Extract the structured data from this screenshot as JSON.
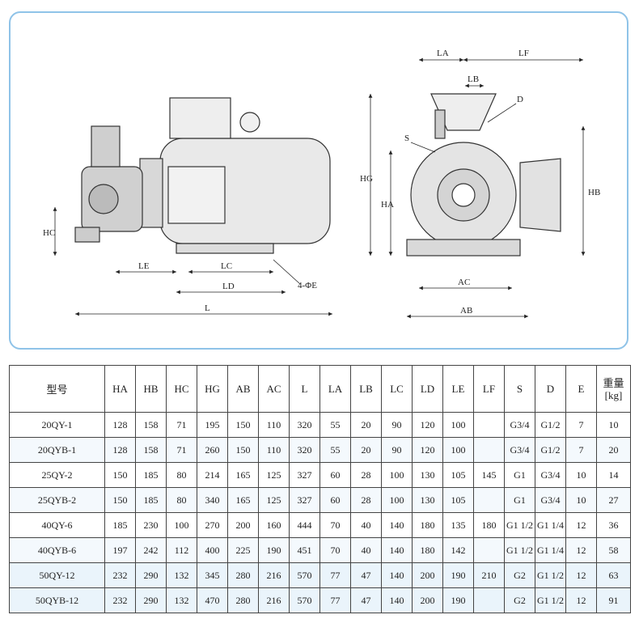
{
  "drawing": {
    "side_labels": {
      "hc": "HC",
      "le": "LE",
      "lc": "LC",
      "ld": "LD",
      "l": "L",
      "bolt": "4-ΦE"
    },
    "front_labels": {
      "la": "LA",
      "lf": "LF",
      "lb": "LB",
      "d": "D",
      "s": "S",
      "hg": "HG",
      "ha": "HA",
      "hb": "HB",
      "ac": "AC",
      "ab": "AB"
    }
  },
  "table": {
    "headers": [
      "型号",
      "HA",
      "HB",
      "HC",
      "HG",
      "AB",
      "AC",
      "L",
      "LA",
      "LB",
      "LC",
      "LD",
      "LE",
      "LF",
      "S",
      "D",
      "E"
    ],
    "weight_header": {
      "line1": "重量",
      "line2": "[kg]"
    },
    "rows": [
      {
        "model": "20QY-1",
        "ha": "128",
        "hb": "158",
        "hc": "71",
        "hg": "195",
        "ab": "150",
        "ac": "110",
        "l": "320",
        "la": "55",
        "lb": "20",
        "lc": "90",
        "ld": "120",
        "le": "100",
        "lf": "",
        "s": "G3/4",
        "d": "G1/2",
        "e": "7",
        "w": "10"
      },
      {
        "model": "20QYB-1",
        "ha": "128",
        "hb": "158",
        "hc": "71",
        "hg": "260",
        "ab": "150",
        "ac": "110",
        "l": "320",
        "la": "55",
        "lb": "20",
        "lc": "90",
        "ld": "120",
        "le": "100",
        "lf": "",
        "s": "G3/4",
        "d": "G1/2",
        "e": "7",
        "w": "20"
      },
      {
        "model": "25QY-2",
        "ha": "150",
        "hb": "185",
        "hc": "80",
        "hg": "214",
        "ab": "165",
        "ac": "125",
        "l": "327",
        "la": "60",
        "lb": "28",
        "lc": "100",
        "ld": "130",
        "le": "105",
        "lf": "145",
        "s": "G1",
        "d": "G3/4",
        "e": "10",
        "w": "14"
      },
      {
        "model": "25QYB-2",
        "ha": "150",
        "hb": "185",
        "hc": "80",
        "hg": "340",
        "ab": "165",
        "ac": "125",
        "l": "327",
        "la": "60",
        "lb": "28",
        "lc": "100",
        "ld": "130",
        "le": "105",
        "lf": "",
        "s": "G1",
        "d": "G3/4",
        "e": "10",
        "w": "27"
      },
      {
        "model": "40QY-6",
        "ha": "185",
        "hb": "230",
        "hc": "100",
        "hg": "270",
        "ab": "200",
        "ac": "160",
        "l": "444",
        "la": "70",
        "lb": "40",
        "lc": "140",
        "ld": "180",
        "le": "135",
        "lf": "180",
        "s": "G1 1/2",
        "d": "G1 1/4",
        "e": "12",
        "w": "36"
      },
      {
        "model": "40QYB-6",
        "ha": "197",
        "hb": "242",
        "hc": "112",
        "hg": "400",
        "ab": "225",
        "ac": "190",
        "l": "451",
        "la": "70",
        "lb": "40",
        "lc": "140",
        "ld": "180",
        "le": "142",
        "lf": "",
        "s": "G1 1/2",
        "d": "G1 1/4",
        "e": "12",
        "w": "58"
      },
      {
        "model": "50QY-12",
        "ha": "232",
        "hb": "290",
        "hc": "132",
        "hg": "345",
        "ab": "280",
        "ac": "216",
        "l": "570",
        "la": "77",
        "lb": "47",
        "lc": "140",
        "ld": "200",
        "le": "190",
        "lf": "210",
        "s": "G2",
        "d": "G1 1/2",
        "e": "12",
        "w": "63"
      },
      {
        "model": "50QYB-12",
        "ha": "232",
        "hb": "290",
        "hc": "132",
        "hg": "470",
        "ab": "280",
        "ac": "216",
        "l": "570",
        "la": "77",
        "lb": "47",
        "lc": "140",
        "ld": "200",
        "le": "190",
        "lf": "",
        "s": "G2",
        "d": "G1 1/2",
        "e": "12",
        "w": "91"
      }
    ]
  }
}
